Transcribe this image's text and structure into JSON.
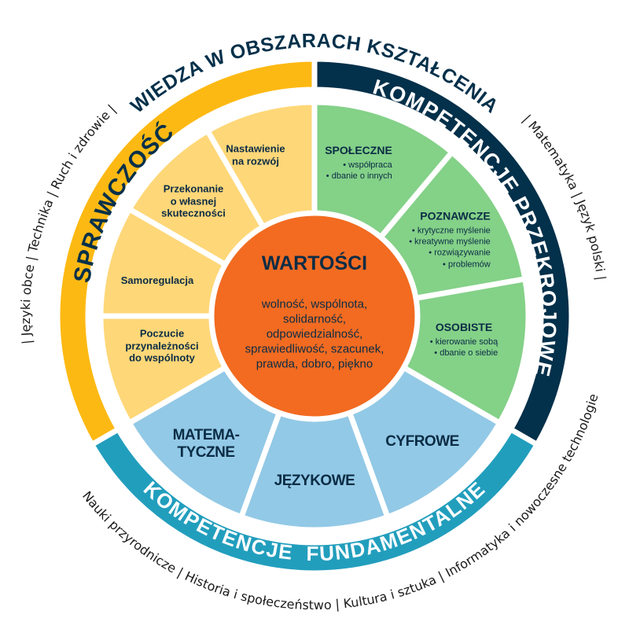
{
  "title": "WIEDZA W OBSZARACH KSZTAŁCENIA",
  "colors": {
    "navy": "#03304A",
    "yellow": "#FDB913",
    "light_yellow": "#FED778",
    "green": "#84D188",
    "teal": "#229EBD",
    "light_blue": "#92C9E6",
    "orange": "#F26B21",
    "text": "#0B2C45"
  },
  "rings": {
    "sprawczosc": "SPRAWCZOŚĆ",
    "przekrojowe": "KOMPETENCJE PRZEKROJOWE",
    "fundamentalne": "KOMPETENCJE  FUNDAMENTALNE"
  },
  "sprawczosc_items": [
    {
      "label": "Nastawienie\nna rozwój"
    },
    {
      "label": "Przekonanie\no własnej\nskuteczności"
    },
    {
      "label": "Samoregulacja"
    },
    {
      "label": "Poczucie\nprzynależności\ndo wspólnoty"
    }
  ],
  "przekrojowe_items": [
    {
      "heading": "SPOŁECZNE",
      "bullets": [
        "współpraca",
        "dbanie o innych"
      ]
    },
    {
      "heading": "POZNAWCZE",
      "bullets": [
        "krytyczne myślenie",
        "kreatywne myślenie",
        "rozwiązywanie",
        "problemów"
      ]
    },
    {
      "heading": "OSOBISTE",
      "bullets": [
        "kierowanie sobą",
        "dbanie o siebie"
      ]
    }
  ],
  "fundamentalne_items": [
    {
      "label": "MATEMA-\nTYCZNE"
    },
    {
      "label": "JĘZYKOWE"
    },
    {
      "label": "CYFROWE"
    }
  ],
  "center": {
    "title": "WARTOŚCI",
    "values": "wolność, wspólnota, solidarność, odpowiedzialność, sprawiedliwość, szacunek, prawda, dobro, piękno"
  },
  "subjects": {
    "left": "| Języki obce | Technika | Ruch i zdrowie |",
    "right": "| Matematyka | Język polski |",
    "bottom": "Nauki przyrodnicze | Historia i społeczeństwo | Kultura i sztuka | Informatyka i nowoczesne technologie"
  }
}
